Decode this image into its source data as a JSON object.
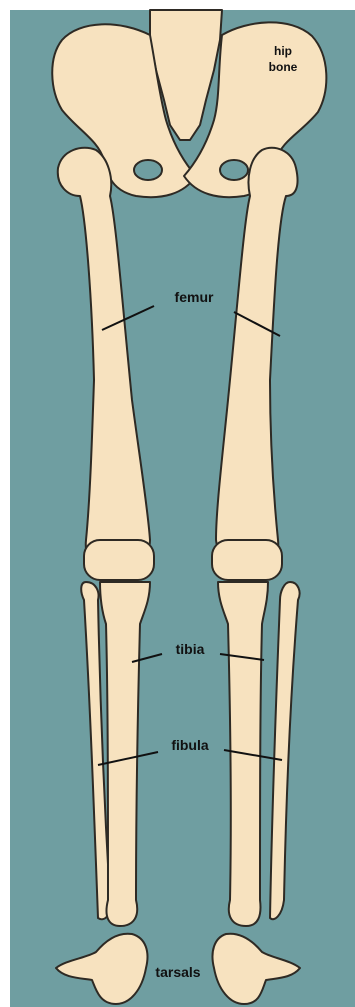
{
  "diagram": {
    "colors": {
      "background": "#6f9ea1",
      "bone": "#f7e2bf",
      "outline": "#2e2a24",
      "text": "#111111"
    },
    "labels": {
      "hip_line1": "hip",
      "hip_line2": "bone",
      "femur": "femur",
      "tibia": "tibia",
      "fibula": "fibula",
      "tarsals": "tarsals"
    }
  }
}
